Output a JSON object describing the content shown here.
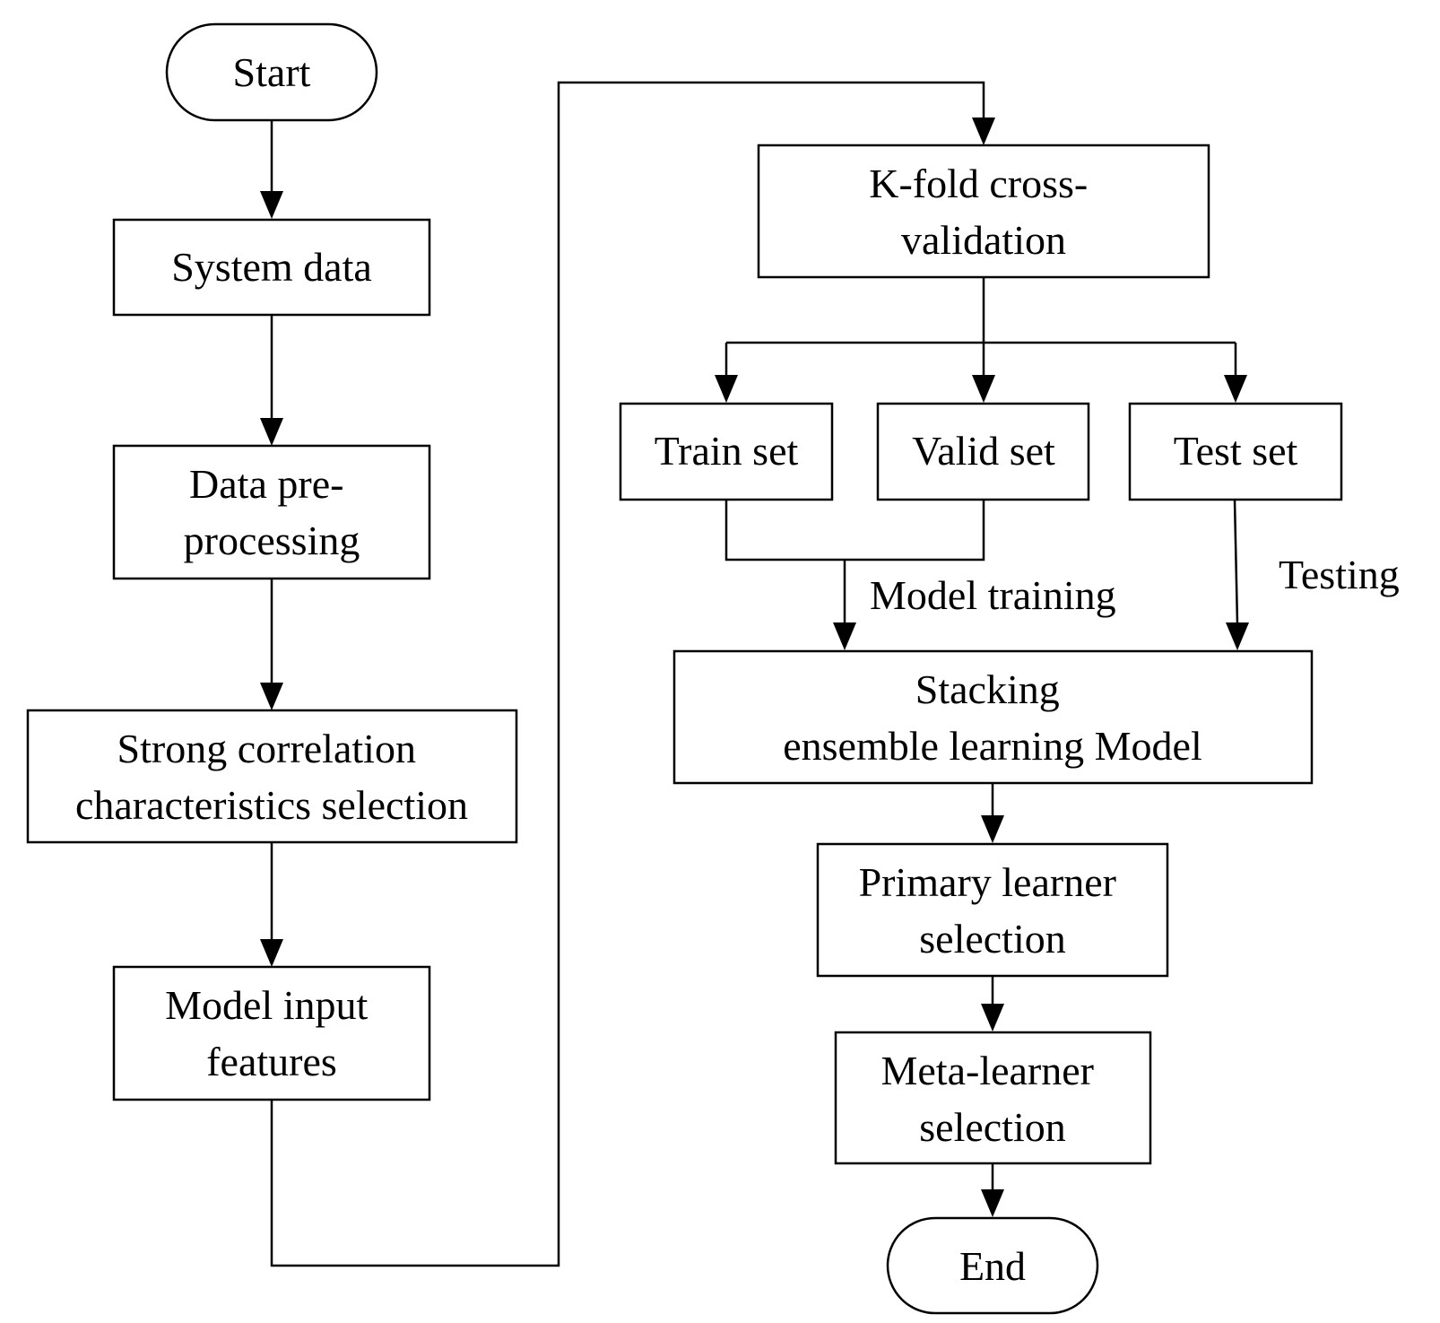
{
  "nodes": {
    "start": {
      "lines": [
        "Start"
      ]
    },
    "system_data": {
      "lines": [
        "System data"
      ]
    },
    "data_preprocessing": {
      "lines": [
        "Data pre-",
        "processing"
      ]
    },
    "strong_correlation": {
      "lines": [
        "Strong correlation",
        "characteristics selection"
      ]
    },
    "model_input_features": {
      "lines": [
        "Model input",
        "features"
      ]
    },
    "kfold": {
      "lines": [
        "K-fold cross-",
        "validation"
      ]
    },
    "train_set": {
      "lines": [
        "Train set"
      ]
    },
    "valid_set": {
      "lines": [
        "Valid set"
      ]
    },
    "test_set": {
      "lines": [
        "Test set"
      ]
    },
    "stacking": {
      "lines": [
        "Stacking",
        "ensemble learning Model"
      ]
    },
    "primary_learner": {
      "lines": [
        "Primary learner",
        "selection"
      ]
    },
    "meta_learner": {
      "lines": [
        "Meta-learner",
        "selection"
      ]
    },
    "end": {
      "lines": [
        "End"
      ]
    }
  },
  "edge_labels": {
    "model_training": "Model training",
    "testing": "Testing"
  },
  "colors": {
    "stroke": "#000000",
    "fill": "#ffffff",
    "text": "#000000"
  }
}
